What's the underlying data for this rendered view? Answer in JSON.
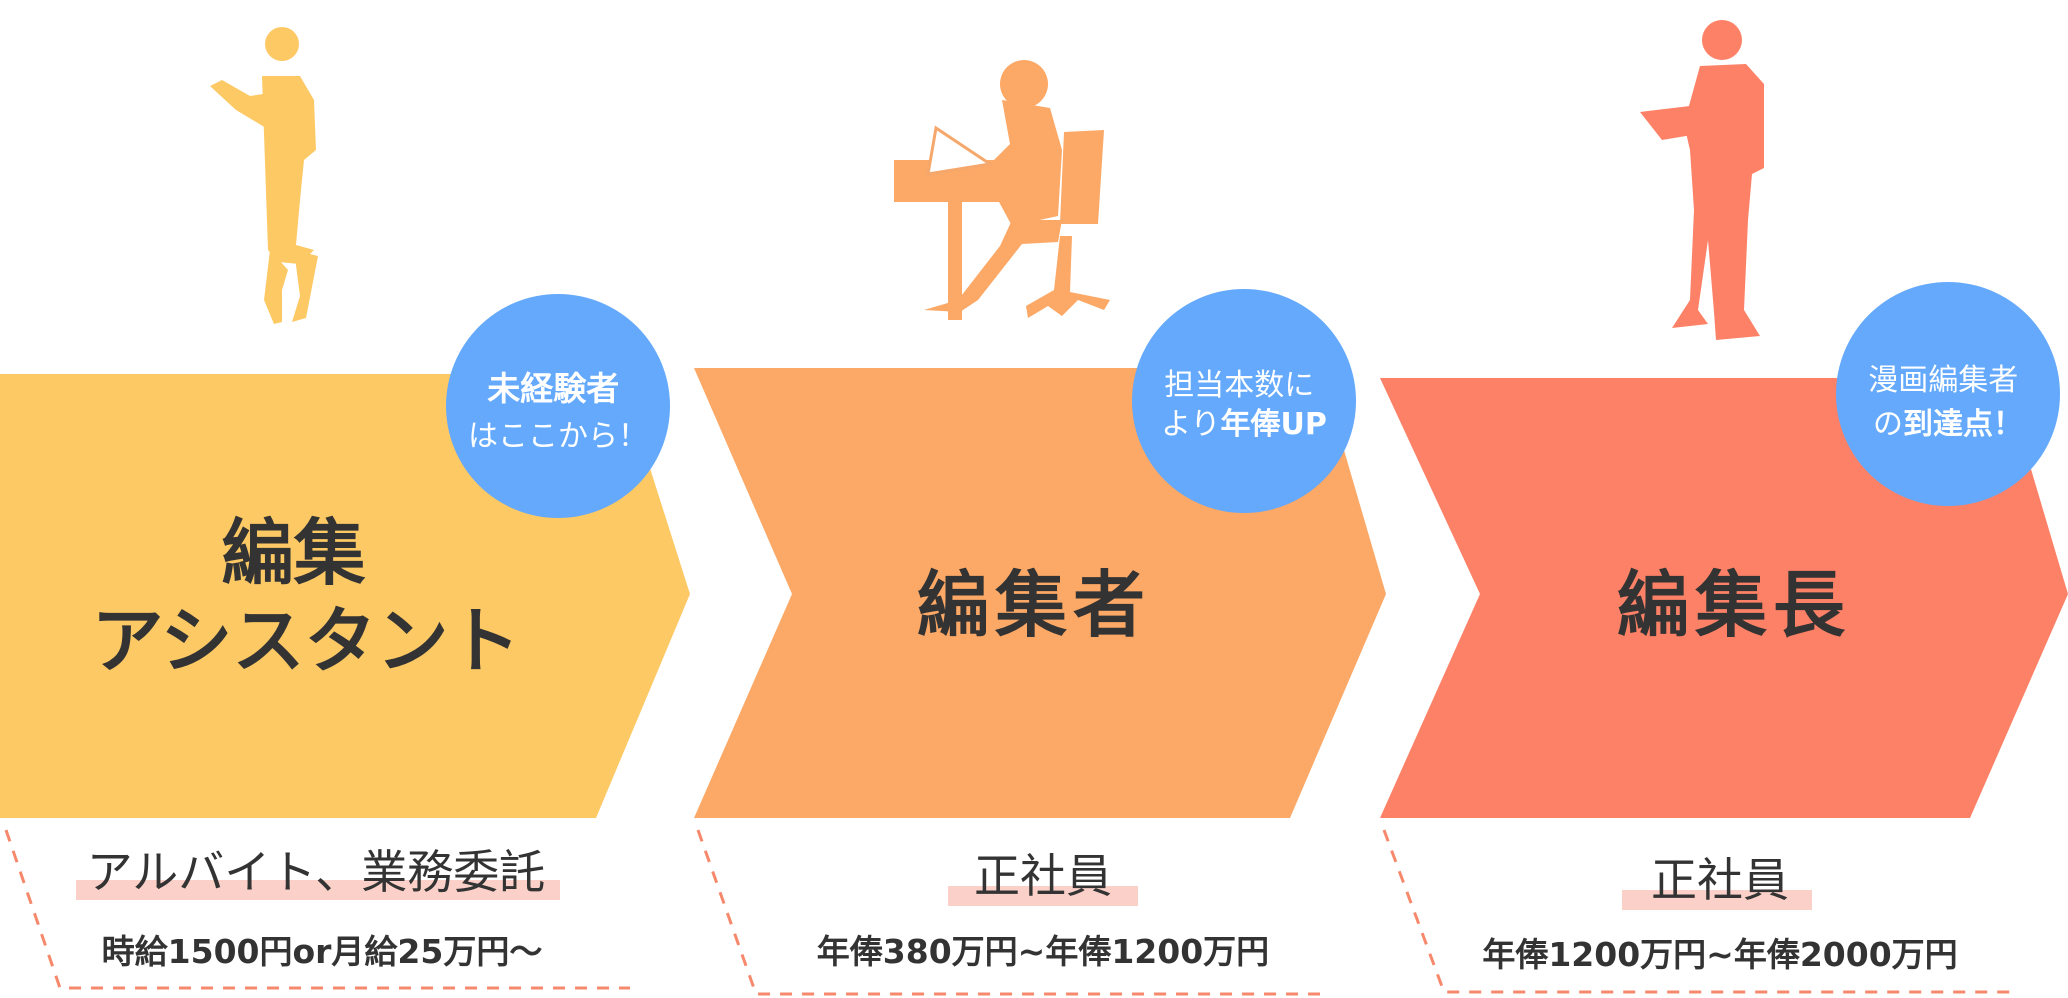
{
  "colors": {
    "stage1": "#FDC965",
    "stage2": "#FCA866",
    "stage3": "#FD8166",
    "badge": "#64A9FC",
    "text_dark": "#333333",
    "highlight": "#FBD0C8",
    "dash": "#F6886C"
  },
  "stages": [
    {
      "figure_icon": "standing-woman-reading-icon",
      "title_lines": [
        "編集",
        "アシスタント"
      ],
      "badge_lines": [
        {
          "parts": [
            {
              "text": "未経験者",
              "bold": true
            }
          ]
        },
        {
          "parts": [
            {
              "text": "はここから！",
              "bold": false
            }
          ]
        }
      ],
      "employment": "アルバイト、業務委託",
      "pay": "時給1500円or月給25万円〜"
    },
    {
      "figure_icon": "seated-woman-at-desk-icon",
      "title_lines": [
        "編集者"
      ],
      "badge_lines": [
        {
          "parts": [
            {
              "text": "担当本数に",
              "bold": false
            }
          ]
        },
        {
          "parts": [
            {
              "text": "より",
              "bold": false
            },
            {
              "text": "年俸UP",
              "bold": true
            }
          ]
        }
      ],
      "employment": "正社員",
      "pay": "年俸380万円~年俸1200万円"
    },
    {
      "figure_icon": "standing-man-with-clipboard-icon",
      "title_lines": [
        "編集長"
      ],
      "badge_lines": [
        {
          "parts": [
            {
              "text": "漫画編集者",
              "bold": false
            }
          ]
        },
        {
          "parts": [
            {
              "text": "の",
              "bold": false
            },
            {
              "text": "到達点！",
              "bold": true
            }
          ]
        }
      ],
      "employment": "正社員",
      "pay": "年俸1200万円~年俸2000万円"
    }
  ]
}
